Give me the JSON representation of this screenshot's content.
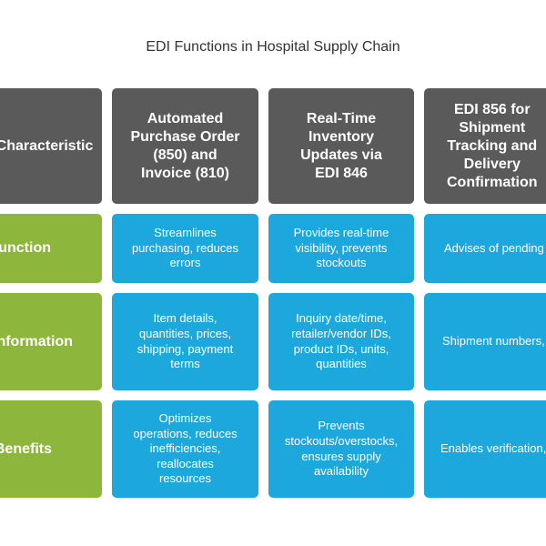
{
  "diagram": {
    "title": "EDI Functions in Hospital Supply Chain",
    "header": {
      "corner": "Characteristic",
      "columns": [
        "Automated\nPurchase Order\n(850) and\nInvoice (810)",
        "Real-Time\nInventory\nUpdates via\nEDI 846",
        "EDI 856 for\nShipment\nTracking and\nDelivery\nConfirmation"
      ]
    },
    "rows": [
      {
        "label": "Function",
        "cells": [
          "Streamlines\npurchasing, reduces\nerrors",
          "Provides real-time\nvisibility, prevents\nstockouts",
          "Advises of pending\ndeliveries, enables\nresource planning"
        ]
      },
      {
        "label": "Information",
        "cells": [
          "Item details,\nquantities, prices,\nshipping, payment\nterms",
          "Inquiry date/time,\nretailer/vendor IDs,\nproduct IDs, units,\nquantities",
          "Shipment numbers,\ndates, delivery\ntimeframes,\naddresses, PO\nreferences"
        ]
      },
      {
        "label": "Benefits",
        "cells": [
          "Optimizes\noperations, reduces\ninefficiencies,\nreallocates\nresources",
          "Prevents\nstockouts/overstocks,\nensures supply\navailability",
          "Enables verification,\nautomates receiving,\nenhances visibility"
        ]
      }
    ],
    "colors": {
      "header": "#5a5a5a",
      "label": "#8cb63c",
      "value": "#1ca8dd"
    }
  }
}
